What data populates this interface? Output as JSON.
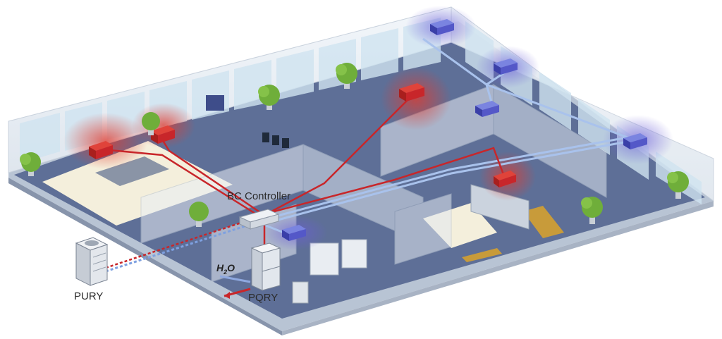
{
  "labels": {
    "bc_controller": "BC Controller",
    "pury": "PURY",
    "pqry": "PQRY",
    "h2o_h": "H",
    "h2o_2": "2",
    "h2o_o": "O"
  },
  "colors": {
    "heating": "#c8262a",
    "cooling": "#6f7fd6",
    "pipe_cool": "#9fb8e6",
    "floor": "#5d6f96",
    "wall": "#e7ecf2"
  },
  "icons": {
    "plant": "plant-icon",
    "indoor_unit": "indoor-unit-icon",
    "outdoor_unit": "outdoor-unit-icon"
  }
}
